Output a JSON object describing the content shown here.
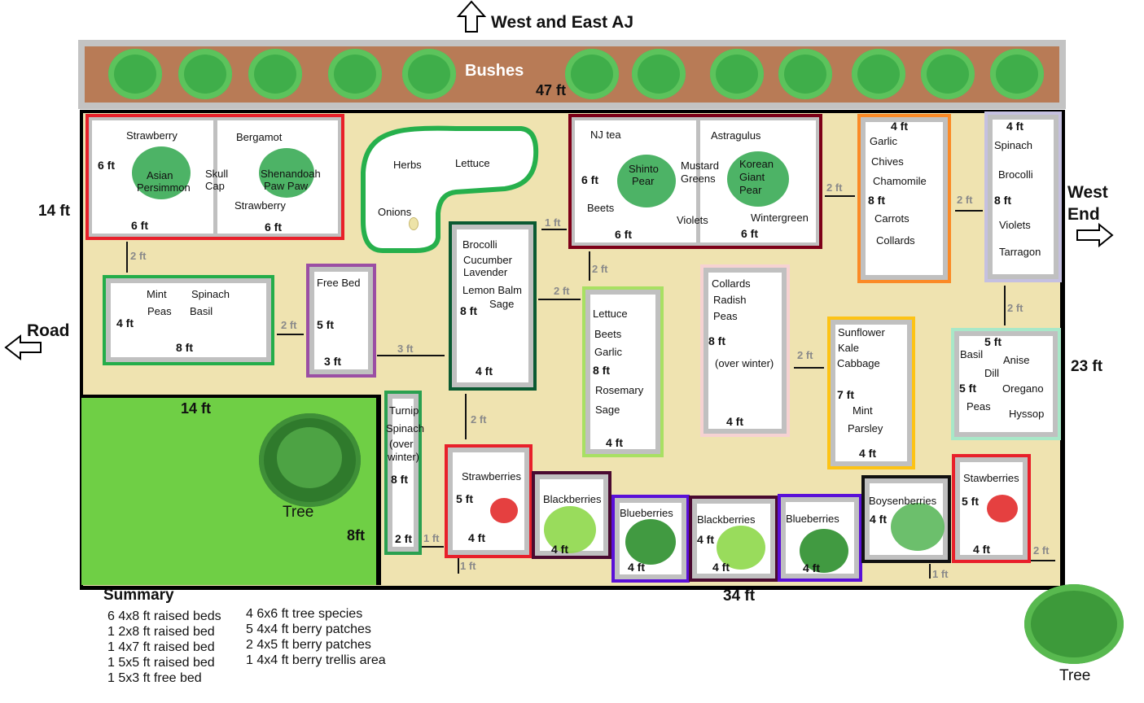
{
  "header": {
    "title": "West and East AJ"
  },
  "bushes": {
    "label": "Bushes",
    "length": "47 ft"
  },
  "edges": {
    "left_dim": "14 ft",
    "road": "Road",
    "west_end": [
      "West",
      "End"
    ],
    "right_dim": "23 ft",
    "bottom_dim": "34 ft"
  },
  "lawn": {
    "dim_top": "14 ft",
    "tree": "Tree",
    "dim_side": "8ft"
  },
  "corner_tree": {
    "label": "Tree"
  },
  "colors": {
    "soil": "#efe3b0",
    "bush_strip": "#b87b56",
    "lawn": "#6fcf45",
    "bed_inner": "#c0c0c0"
  },
  "herbs_area": {
    "labels": [
      "Herbs",
      "Lettuce",
      "Onions"
    ]
  },
  "beds": [
    {
      "border_color": "#e8202a",
      "labels": [
        "Strawberry",
        "6 ft",
        "Asian",
        "Persimmon",
        "Skull",
        "Cap",
        "Bergamot",
        "Shenandoah",
        "Paw Paw",
        "Strawberry",
        "6 ft",
        "6 ft"
      ]
    },
    {
      "border_color": "#24ad4a",
      "labels": [
        "Mint",
        "Spinach",
        "Peas",
        "Basil",
        "4 ft",
        "8 ft"
      ]
    },
    {
      "border_color": "#9b4ea4",
      "labels": [
        "Free Bed",
        "5 ft",
        "3 ft"
      ]
    },
    {
      "border_color": "#0b5a32",
      "labels": [
        "Brocolli",
        "Cucumber",
        "Lavender",
        "Lemon Balm",
        "Sage",
        "8 ft",
        "4 ft"
      ]
    },
    {
      "border_color": "#7d0018",
      "labels": [
        "NJ tea",
        "Shinto",
        "Pear",
        "Mustard",
        "Greens",
        "Astragulus",
        "Korean",
        "Giant",
        "Pear",
        "6 ft",
        "Beets",
        "Violets",
        "Wintergreen",
        "6 ft",
        "6 ft"
      ]
    },
    {
      "border_color": "#fb8a26",
      "labels": [
        "4 ft",
        "Garlic",
        "Chives",
        "Chamomile",
        "8 ft",
        "Carrots",
        "Collards"
      ]
    },
    {
      "border_color": "#c5c0e0",
      "labels": [
        "4 ft",
        "Spinach",
        "Brocolli",
        "8 ft",
        "Violets",
        "Tarragon"
      ]
    },
    {
      "border_color": "#a8e063",
      "labels": [
        "Lettuce",
        "Beets",
        "Garlic",
        "8 ft",
        "Rosemary",
        "Sage",
        "4 ft"
      ]
    },
    {
      "border_color": "#f6d2d2",
      "labels": [
        "Collards",
        "Radish",
        "Peas",
        "8 ft",
        "(over winter)",
        "4 ft"
      ]
    },
    {
      "border_color": "#fdc315",
      "labels": [
        "Sunflower",
        "Kale",
        "Cabbage",
        "7 ft",
        "Mint",
        "Parsley",
        "4 ft"
      ]
    },
    {
      "border_color": "#a8e8c8",
      "labels": [
        "5 ft",
        "Basil",
        "Anise",
        "Dill",
        "5 ft",
        "Oregano",
        "Peas",
        "Hyssop"
      ]
    },
    {
      "border_color": "#2aa050",
      "labels": [
        "Turnip",
        "Spinach",
        "(over",
        "winter)",
        "8 ft",
        "2 ft"
      ]
    },
    {
      "border_color": "#e8202a",
      "labels": [
        "Strawberries",
        "5 ft",
        "4 ft"
      ]
    },
    {
      "border_color": "#4a0a30",
      "labels": [
        "Blackberries",
        "4 ft"
      ]
    },
    {
      "border_color": "#5a10d8",
      "labels": [
        "Blueberries",
        "4 ft"
      ]
    },
    {
      "border_color": "#4a0a30",
      "labels": [
        "Blackberries",
        "4 ft",
        "4 ft"
      ]
    },
    {
      "border_color": "#5a10d8",
      "labels": [
        "Blueberries",
        "4 ft"
      ]
    },
    {
      "border_color": "#111111",
      "labels": [
        "Boysenberries",
        "4 ft"
      ]
    },
    {
      "border_color": "#e8202a",
      "labels": [
        "Stawberries",
        "5 ft",
        "4 ft"
      ]
    }
  ],
  "spacings": [
    "2 ft",
    "2 ft",
    "3 ft",
    "1 ft",
    "2 ft",
    "2 ft",
    "2 ft",
    "2 ft",
    "2 ft",
    "2 ft",
    "2 ft",
    "1 ft",
    "1 ft",
    "1 ft",
    "2 ft"
  ],
  "summary": {
    "title": "Summary",
    "left": [
      "6  4x8 ft raised beds",
      "1  2x8 ft raised bed",
      "1  4x7 ft raised bed",
      "1  5x5 ft raised bed",
      "1  5x3 ft free bed"
    ],
    "right": [
      "4 6x6 ft tree species",
      "5 4x4 ft berry patches",
      "2 4x5 ft berry patches",
      "1 4x4 ft berry trellis area"
    ]
  }
}
